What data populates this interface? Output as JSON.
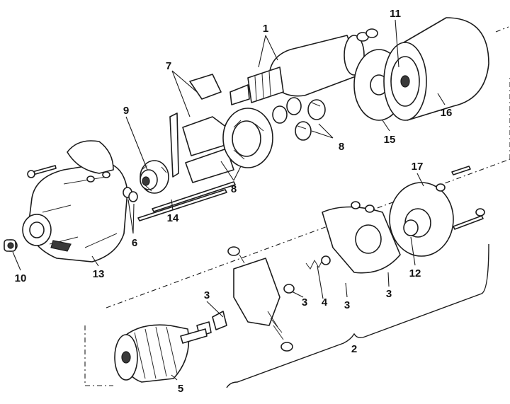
{
  "diagram": {
    "callouts": [
      {
        "id": "c1",
        "text": "1"
      },
      {
        "id": "c11",
        "text": "11"
      },
      {
        "id": "c7",
        "text": "7"
      },
      {
        "id": "c9",
        "text": "9"
      },
      {
        "id": "c8a",
        "text": "8"
      },
      {
        "id": "c8b",
        "text": "8"
      },
      {
        "id": "c15",
        "text": "15"
      },
      {
        "id": "c16",
        "text": "16"
      },
      {
        "id": "c17",
        "text": "17"
      },
      {
        "id": "c14",
        "text": "14"
      },
      {
        "id": "c6",
        "text": "6"
      },
      {
        "id": "c10",
        "text": "10"
      },
      {
        "id": "c13",
        "text": "13"
      },
      {
        "id": "c12",
        "text": "12"
      },
      {
        "id": "c3a",
        "text": "3"
      },
      {
        "id": "c3b",
        "text": "3"
      },
      {
        "id": "c3c",
        "text": "3"
      },
      {
        "id": "c3d",
        "text": "3"
      },
      {
        "id": "c4",
        "text": "4"
      },
      {
        "id": "c2",
        "text": "2"
      },
      {
        "id": "c5",
        "text": "5"
      }
    ],
    "colors": {
      "line": "#1c1c1c",
      "background": "#ffffff"
    }
  }
}
